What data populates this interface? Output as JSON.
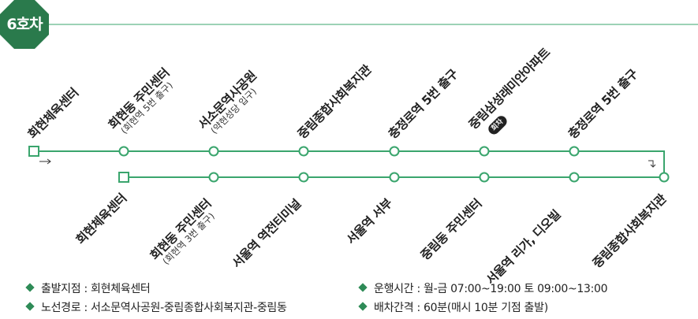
{
  "route_name": "6호차",
  "colors": {
    "green": "#2e8b57",
    "badge": "#2a7a4c",
    "line": "#3aa56d"
  },
  "top_stops": [
    {
      "name": "회현체육센터",
      "sub": "",
      "tag": ""
    },
    {
      "name": "회현동 주민센터",
      "sub": "(회현역 5번 출구)",
      "tag": ""
    },
    {
      "name": "서소문역사공원",
      "sub": "(약현성당 입구)",
      "tag": ""
    },
    {
      "name": "중림종합사회복지관",
      "sub": "",
      "tag": ""
    },
    {
      "name": "충정로역 5번 출구",
      "sub": "",
      "tag": ""
    },
    {
      "name": "중림삼성래미안아파트",
      "sub": "",
      "tag": "회차"
    },
    {
      "name": "충정로역 5번 출구",
      "sub": "",
      "tag": ""
    }
  ],
  "bottom_stops": [
    {
      "name": "회현체육센터",
      "sub": ""
    },
    {
      "name": "회현동 주민센터",
      "sub": "(회현역 3번 출구)"
    },
    {
      "name": "서울역 역전티미널",
      "sub": ""
    },
    {
      "name": "서울역 서부",
      "sub": ""
    },
    {
      "name": "중림동 주민센터",
      "sub": ""
    },
    {
      "name": "서울역 리가, 디오빌",
      "sub": ""
    },
    {
      "name": "중림종합사회복지관",
      "sub": ""
    }
  ],
  "info": {
    "start": "출발지점 : 회현체육센터",
    "route": "노선경로 : 서소문역사공원-중림종합사회복지관-중림동",
    "hours": "운행시간 : 월-금 07:00~19:00 토 09:00~13:00",
    "interval": "배차간격 : 60분(매시 10분 기점 출발)"
  }
}
